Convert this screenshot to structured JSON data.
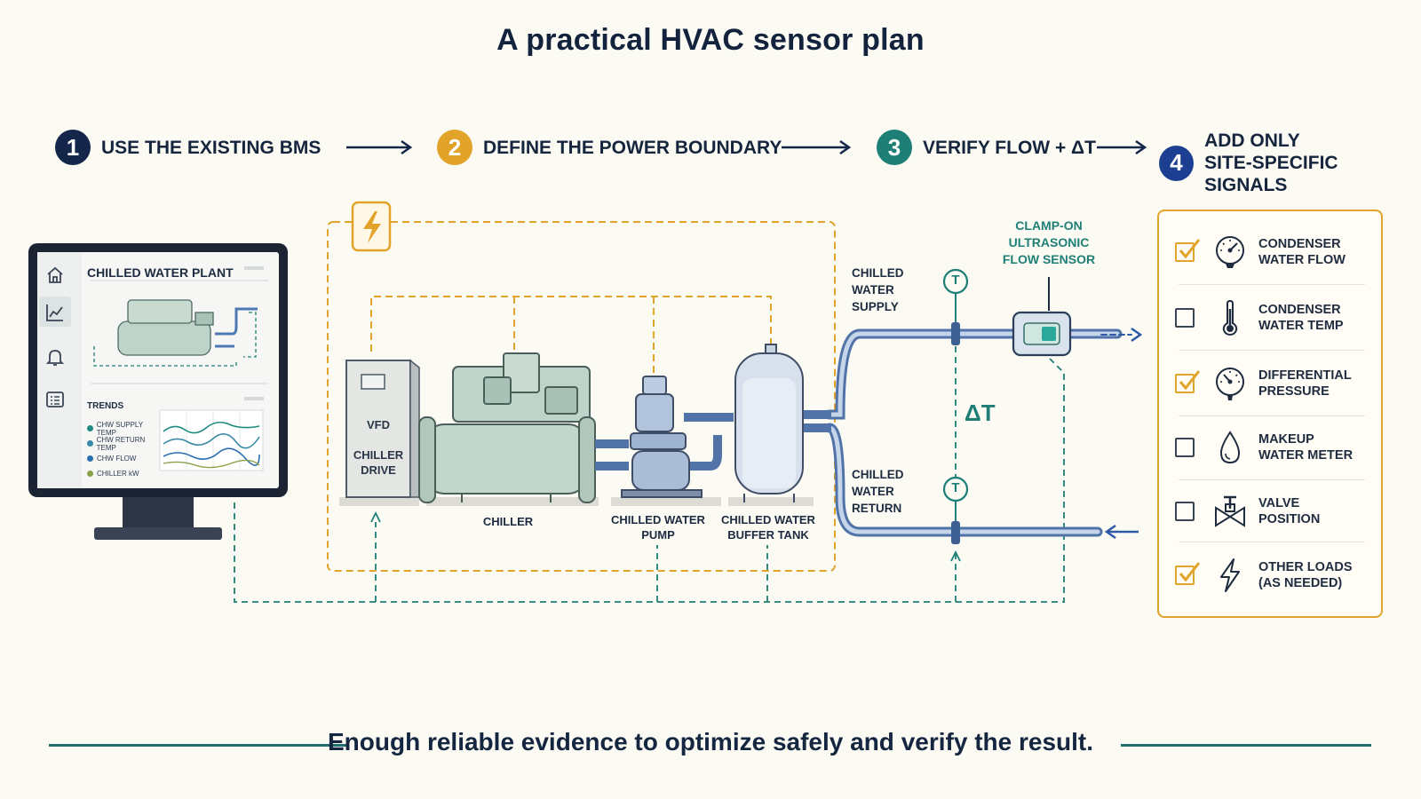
{
  "title": "A practical HVAC sensor plan",
  "steps": [
    {
      "num": "1",
      "label": "USE THE EXISTING BMS",
      "color": "#14264a"
    },
    {
      "num": "2",
      "label": "DEFINE THE POWER BOUNDARY",
      "color": "#e2a32a"
    },
    {
      "num": "3",
      "label": "VERIFY FLOW + ΔT",
      "color": "#1e7f76"
    },
    {
      "num": "4",
      "label_line1": "ADD ONLY",
      "label_line2": "SITE-SPECIFIC SIGNALS",
      "color": "#1d3f91"
    }
  ],
  "bms": {
    "header": "CHILLED WATER PLANT",
    "trends_title": "TRENDS",
    "trend_legend": [
      {
        "label": "CHW SUPPLY TEMP",
        "color": "#1e8a80"
      },
      {
        "label": "CHW RETURN TEMP",
        "color": "#3a8aa8"
      },
      {
        "label": "CHW FLOW",
        "color": "#2a6fb0"
      },
      {
        "label": "CHILLER kW",
        "color": "#8aa24a"
      }
    ]
  },
  "equipment": {
    "vfd_line1": "VFD",
    "vfd_line2": "CHILLER",
    "vfd_line3": "DRIVE",
    "chiller": "CHILLER",
    "pump_line1": "CHILLED WATER",
    "pump_line2": "PUMP",
    "tank_line1": "CHILLED WATER",
    "tank_line2": "BUFFER TANK"
  },
  "piping": {
    "supply_l1": "CHILLED",
    "supply_l2": "WATER",
    "supply_l3": "SUPPLY",
    "return_l1": "CHILLED",
    "return_l2": "WATER",
    "return_l3": "RETURN",
    "sensor_l1": "CLAMP-ON",
    "sensor_l2": "ULTRASONIC",
    "sensor_l3": "FLOW SENSOR",
    "delta_t": "ΔT",
    "temp_tag": "T"
  },
  "checklist": [
    {
      "line1": "CONDENSER",
      "line2": "WATER FLOW",
      "checked": true,
      "icon": "gauge-icon"
    },
    {
      "line1": "CONDENSER",
      "line2": "WATER TEMP",
      "checked": false,
      "icon": "thermometer-icon"
    },
    {
      "line1": "DIFFERENTIAL",
      "line2": "PRESSURE",
      "checked": true,
      "icon": "pressure-gauge-icon"
    },
    {
      "line1": "MAKEUP",
      "line2": "WATER METER",
      "checked": false,
      "icon": "water-drop-icon"
    },
    {
      "line1": "VALVE",
      "line2": "POSITION",
      "checked": false,
      "icon": "valve-icon"
    },
    {
      "line1": "OTHER LOADS",
      "line2": "(AS NEEDED)",
      "checked": true,
      "icon": "lightning-icon"
    }
  ],
  "tagline": "Enough reliable evidence to optimize safely and verify the result.",
  "colors": {
    "navy": "#14264a",
    "amber": "#e2a32a",
    "teal": "#1e7f76",
    "blue": "#1d3f91",
    "pipe": "#4e79b5",
    "equipment": "#b9cfc4"
  }
}
